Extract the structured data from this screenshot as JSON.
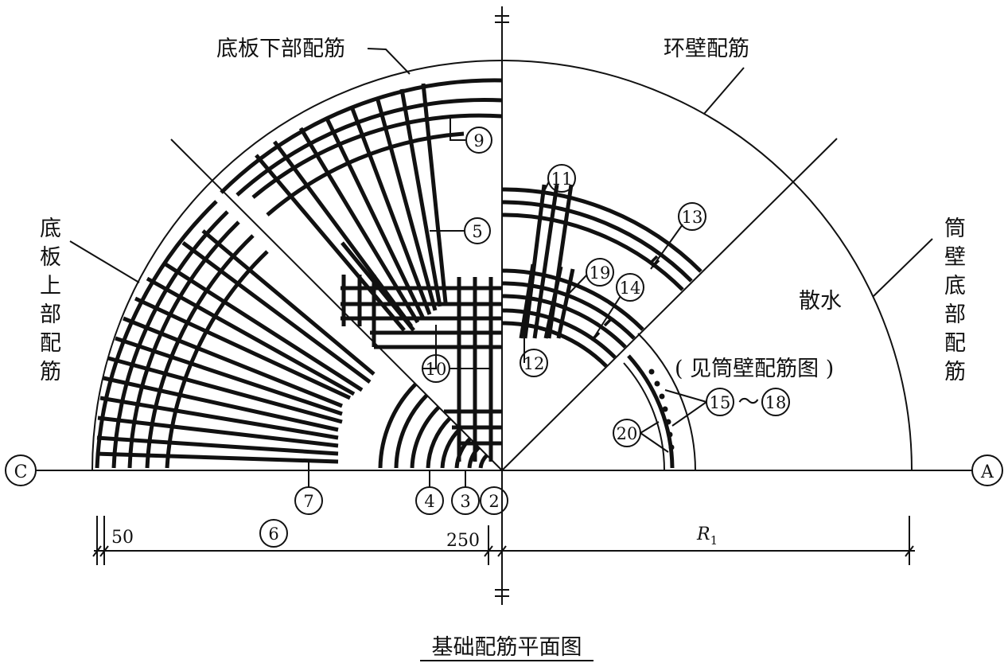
{
  "title": "基础配筋平面图",
  "labels": {
    "bottom_lower": "底板下部配筋",
    "ring_wall": "环壁配筋",
    "slab_upper_chars": [
      "底",
      "板",
      "上",
      "部",
      "配",
      "筋"
    ],
    "tube_bottom_chars": [
      "筒",
      "壁",
      "底",
      "部",
      "配",
      "筋"
    ],
    "apron": "散水",
    "see_tube": "( 见筒壁配筋图 )",
    "tilde": "～"
  },
  "axes": {
    "left": "C",
    "right": "A"
  },
  "callouts": {
    "n2": "2",
    "n3": "3",
    "n4": "4",
    "n5": "5",
    "n6": "6",
    "n7": "7",
    "n9": "9",
    "n10": "10",
    "n11": "11",
    "n12": "12",
    "n13": "13",
    "n14": "14",
    "n15": "15",
    "n18": "18",
    "n19": "19",
    "n20": "20"
  },
  "dimensions": {
    "d50": "50",
    "d250": "250",
    "r_main": "R",
    "r_sub": "1"
  },
  "colors": {
    "ink": "#111111",
    "paper": "#ffffff"
  }
}
